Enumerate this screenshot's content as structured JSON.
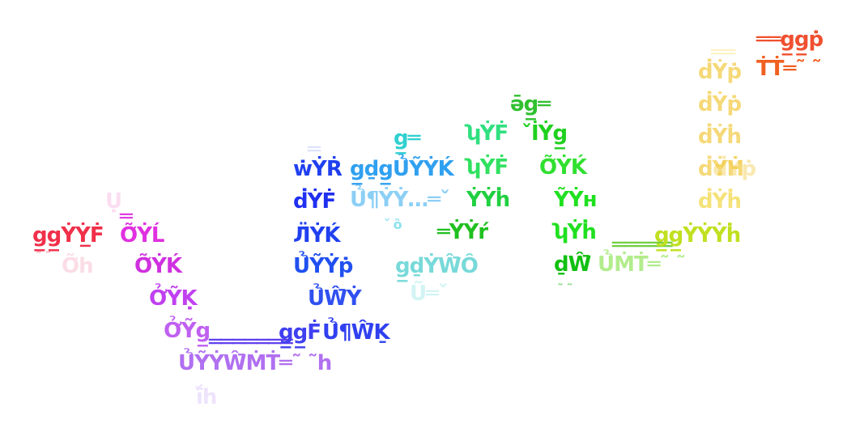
{
  "glyph_runs": [
    {
      "text": "g̲g̲ẎẎ̲Ḟ",
      "color": "#f0304a"
    },
    {
      "text": "˜ ˜",
      "color": "#f06080"
    },
    {
      "text": "Õ̃h",
      "color": "#f5a0b8"
    },
    {
      "text": "Ụ",
      "color": "#f5a0d8"
    },
    {
      "text": "═",
      "color": "#e040e0"
    },
    {
      "text": "Õ̃ẎĹ",
      "color": "#e030e0"
    },
    {
      "text": "Õ̃ẎḰ",
      "color": "#d030e0"
    },
    {
      "text": "ỞỸḲ",
      "color": "#c040f0"
    },
    {
      "text": "ỞỸg̲",
      "color": "#c060f0"
    },
    {
      "text": "Ủ̉ỸẎŴ̄ṀṪ═˜ ˜h",
      "color": "#b070f0"
    },
    {
      "text": "ḯ̉h",
      "color": "#d0b0f8"
    },
    {
      "text": "═══════",
      "color": "#6040f0"
    },
    {
      "text": "g̲g̲Ḟ",
      "color": "#4040f0"
    },
    {
      "text": "Ủ̉¶Ŵ̄Ḵ",
      "color": "#3040f0"
    },
    {
      "text": "Ủ̉Ŵ̄Ẏ",
      "color": "#3050f0"
    },
    {
      "text": "Ủ̉ỸẎṗ",
      "color": "#2050f0"
    },
    {
      "text": "Л̈ẎḰ",
      "color": "#2040f0"
    },
    {
      "text": "ḋẎḞ",
      "color": "#2030f0"
    },
    {
      "text": "ẇẎṘ",
      "color": "#2040f0"
    },
    {
      "text": "═",
      "color": "#a0b0f8"
    },
    {
      "text": "g̲ḏg̲Ủ̉ỸẎḰ",
      "color": "#30a0f0"
    },
    {
      "text": "Ủ̉¶ẎẎ…═ˇ",
      "color": "#40b0f0"
    },
    {
      "text": "g̲═",
      "color": "#30d0d0"
    },
    {
      "text": "ˇ ȍ",
      "color": "#40d0e0"
    },
    {
      "text": "g̲ḏẎŴ̄Ȏ",
      "color": "#20c0c0"
    },
    {
      "text": "Ũ═ˇ",
      "color": "#80e0e0"
    },
    {
      "text": "ʮẎḞ",
      "color": "#30e080"
    },
    {
      "text": "ʮẎḞ",
      "color": "#30e060"
    },
    {
      "text": "ẎẎḣ",
      "color": "#20d040"
    },
    {
      "text": "═ẎẎŕ",
      "color": "#20c020"
    },
    {
      "text": "ə̄g̲═",
      "color": "#30c030"
    },
    {
      "text": "ˇİẎg̲",
      "color": "#20d020"
    },
    {
      "text": "Õ̃ẎḰ",
      "color": "#30e030"
    },
    {
      "text": "ỸẎн",
      "color": "#20e020"
    },
    {
      "text": "ʮẎḣ",
      "color": "#20e020"
    },
    {
      "text": "ḏŴ̄",
      "color": "#10c010"
    },
    {
      "text": "˜ ˜",
      "color": "#20c020"
    },
    {
      "text": "Ủ̉ṀṪ═˜ ˜",
      "color": "#80e040"
    },
    {
      "text": "═════",
      "color": "#70d040"
    },
    {
      "text": "g̲g̲ẎẎẎḣ",
      "color": "#c0e020"
    },
    {
      "text": "ḋẎḣ",
      "color": "#f0d020"
    },
    {
      "text": "ḋẎḢ",
      "color": "#f0c020"
    },
    {
      "text": "ḋẎḣ",
      "color": "#f0c020"
    },
    {
      "text": "ḋẎṗ",
      "color": "#f0c020"
    },
    {
      "text": "ḋẎṗ",
      "color": "#f0c020"
    },
    {
      "text": "ḋẎṗ",
      "color": "#f0c020"
    },
    {
      "text": "══",
      "color": "#f8e060"
    },
    {
      "text": "══g̲g̲ṗ",
      "color": "#f05030"
    },
    {
      "text": "ṪṪ═˜ ˜",
      "color": "#f06020"
    }
  ]
}
